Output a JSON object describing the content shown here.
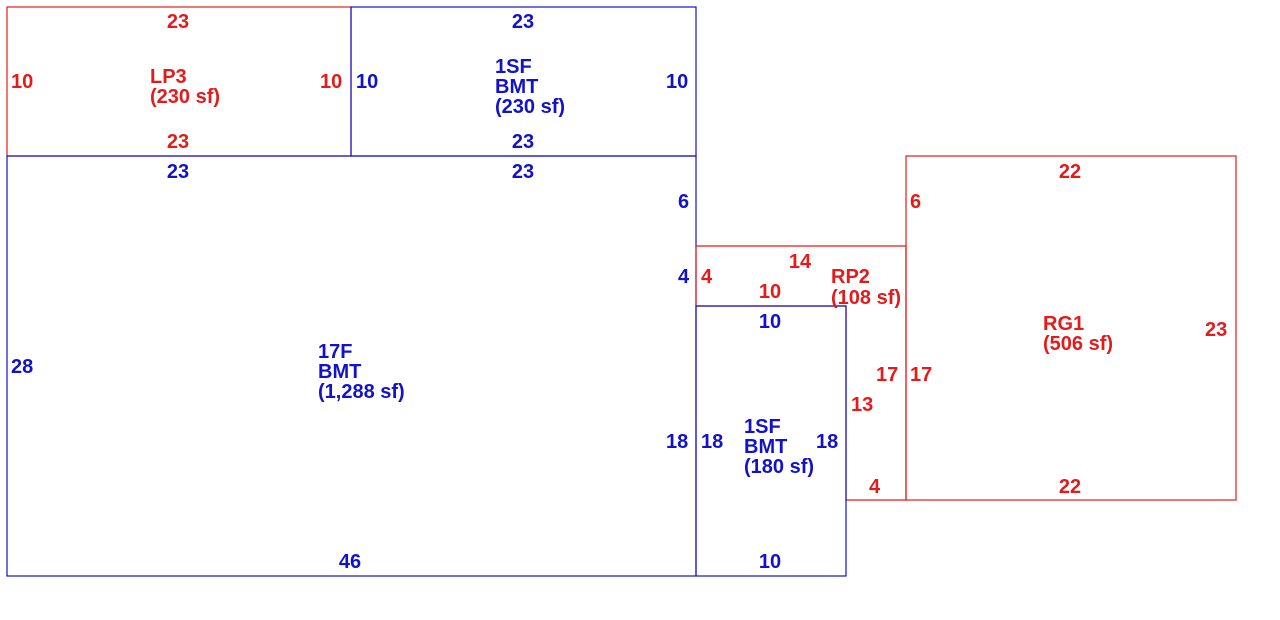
{
  "colors": {
    "red": "#e31b1b",
    "blue": "#1212c8"
  },
  "areas": {
    "lp3": {
      "code": "LP3",
      "area": "(230 sf)",
      "top": "23",
      "bottom": "23",
      "left": "10",
      "right": "10"
    },
    "sf1_top": {
      "line1": "1SF",
      "line2": "BMT",
      "area": "(230 sf)",
      "top": "23",
      "bottom": "23",
      "left": "10",
      "right": "10"
    },
    "main": {
      "line1": "17F",
      "line2": "BMT",
      "area": "(1,288 sf)",
      "top_a": "23",
      "top_b": "23",
      "left": "28",
      "bottom": "46",
      "right_a": "6",
      "right_b": "4",
      "right_c": "18"
    },
    "rp2": {
      "code": "RP2",
      "area": "(108 sf)",
      "top": "14",
      "left": "4",
      "inner_top": "10",
      "right": "17",
      "inner_right": "13",
      "bottom": "4"
    },
    "sf1_small": {
      "line1": "1SF",
      "line2": "BMT",
      "area": "(180 sf)",
      "top": "10",
      "left": "18",
      "right": "18",
      "bottom": "10"
    },
    "rg1": {
      "code": "RG1",
      "area": "(506 sf)",
      "top": "22",
      "bottom": "22",
      "left_a": "6",
      "left_b": "17",
      "right": "23"
    }
  }
}
